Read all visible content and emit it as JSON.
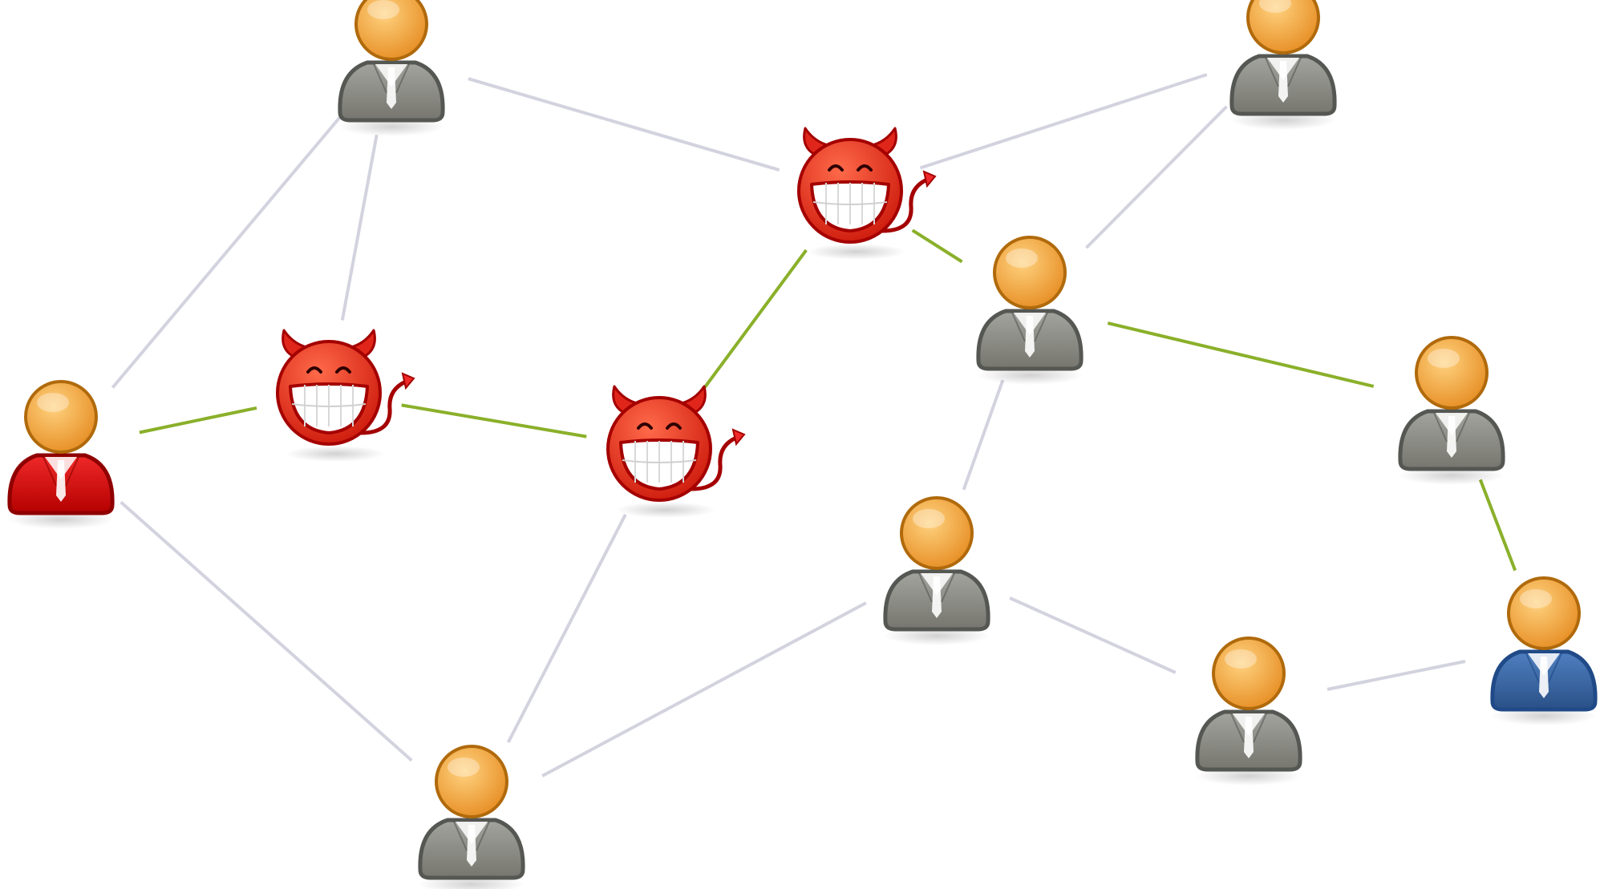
{
  "diagram": {
    "colors": {
      "background": "#ffffff",
      "normal_link": "#d3d3df",
      "malicious_link": "#8ab02a",
      "skin": "#f0a33a",
      "skin_outline": "#b06a0c",
      "user_body_gray": "#8c8c8a",
      "user_body_red": "#cc0000",
      "user_body_blue": "#3465a4",
      "devil_red": "#e0261a",
      "devil_outline": "#a40000",
      "teeth": "#ffffff"
    },
    "nodes": [
      {
        "id": "user-top-left",
        "kind": "user",
        "role": "normal",
        "icon": "user-icon"
      },
      {
        "id": "user-top-right",
        "kind": "user",
        "role": "normal",
        "icon": "user-icon"
      },
      {
        "id": "devil-top-center",
        "kind": "devil",
        "role": "attacker",
        "icon": "devil-icon"
      },
      {
        "id": "user-center-right",
        "kind": "user",
        "role": "normal",
        "icon": "user-icon"
      },
      {
        "id": "user-far-right",
        "kind": "user",
        "role": "normal",
        "icon": "user-icon"
      },
      {
        "id": "user-source",
        "kind": "user",
        "role": "source",
        "icon": "user-icon"
      },
      {
        "id": "devil-left",
        "kind": "devil",
        "role": "attacker",
        "icon": "devil-icon"
      },
      {
        "id": "devil-center",
        "kind": "devil",
        "role": "attacker",
        "icon": "devil-icon"
      },
      {
        "id": "user-middle",
        "kind": "user",
        "role": "normal",
        "icon": "user-icon"
      },
      {
        "id": "user-destination",
        "kind": "user",
        "role": "destination",
        "icon": "user-icon"
      },
      {
        "id": "user-bottom-right",
        "kind": "user",
        "role": "normal",
        "icon": "user-icon"
      },
      {
        "id": "user-bottom-left",
        "kind": "user",
        "role": "normal",
        "icon": "user-icon"
      }
    ],
    "links": [
      {
        "from": "user-top-left",
        "to": "devil-top-center",
        "type": "normal"
      },
      {
        "from": "user-top-left",
        "to": "user-source",
        "type": "normal"
      },
      {
        "from": "user-top-left",
        "to": "devil-left",
        "type": "normal"
      },
      {
        "from": "devil-top-center",
        "to": "user-top-right",
        "type": "normal"
      },
      {
        "from": "user-top-right",
        "to": "user-center-right",
        "type": "normal"
      },
      {
        "from": "devil-top-center",
        "to": "user-center-right",
        "type": "malicious"
      },
      {
        "from": "devil-top-center",
        "to": "devil-center",
        "type": "malicious"
      },
      {
        "from": "user-source",
        "to": "devil-left",
        "type": "malicious"
      },
      {
        "from": "devil-left",
        "to": "devil-center",
        "type": "malicious"
      },
      {
        "from": "user-source",
        "to": "user-bottom-left",
        "type": "normal"
      },
      {
        "from": "devil-center",
        "to": "user-bottom-left",
        "type": "normal"
      },
      {
        "from": "user-center-right",
        "to": "user-far-right",
        "type": "malicious"
      },
      {
        "from": "user-far-right",
        "to": "user-destination",
        "type": "malicious"
      },
      {
        "from": "user-center-right",
        "to": "user-middle",
        "type": "normal"
      },
      {
        "from": "user-middle",
        "to": "user-bottom-left",
        "type": "normal"
      },
      {
        "from": "user-middle",
        "to": "user-bottom-right",
        "type": "normal"
      },
      {
        "from": "user-bottom-right",
        "to": "user-destination",
        "type": "normal"
      }
    ]
  }
}
